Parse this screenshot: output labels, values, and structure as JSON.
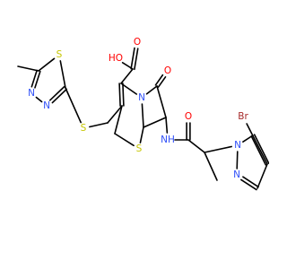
{
  "colors": {
    "carbon": "#000000",
    "oxygen": "#ff0000",
    "nitrogen": "#3050f8",
    "sulfur": "#c6c600",
    "bromine": "#a62929"
  },
  "atoms": [
    {
      "id": "c_ch3",
      "element": "C",
      "label": ""
    },
    {
      "id": "c_td_a",
      "element": "C",
      "label": ""
    },
    {
      "id": "s_td",
      "element": "S",
      "label": "S"
    },
    {
      "id": "c_td_b",
      "element": "C",
      "label": ""
    },
    {
      "id": "n_td_a",
      "element": "N",
      "label": "N"
    },
    {
      "id": "n_td_b",
      "element": "N",
      "label": "N"
    },
    {
      "id": "s_link",
      "element": "S",
      "label": "S"
    },
    {
      "id": "c_ch2",
      "element": "C",
      "label": ""
    },
    {
      "id": "c3",
      "element": "C",
      "label": ""
    },
    {
      "id": "c4",
      "element": "C",
      "label": ""
    },
    {
      "id": "c_cooh",
      "element": "C",
      "label": ""
    },
    {
      "id": "o_ho",
      "element": "O",
      "label": "HO"
    },
    {
      "id": "o_dbl",
      "element": "O",
      "label": "O"
    },
    {
      "id": "n5",
      "element": "N",
      "label": "N"
    },
    {
      "id": "c_lac",
      "element": "C",
      "label": ""
    },
    {
      "id": "o_lac",
      "element": "O",
      "label": "O"
    },
    {
      "id": "c7",
      "element": "C",
      "label": ""
    },
    {
      "id": "c6",
      "element": "C",
      "label": ""
    },
    {
      "id": "s1",
      "element": "S",
      "label": "S"
    },
    {
      "id": "c2",
      "element": "C",
      "label": ""
    },
    {
      "id": "n_amide",
      "element": "N",
      "label": "NH"
    },
    {
      "id": "c_amide",
      "element": "C",
      "label": ""
    },
    {
      "id": "o_amide",
      "element": "O",
      "label": "O"
    },
    {
      "id": "c_alpha",
      "element": "C",
      "label": ""
    },
    {
      "id": "c_me2",
      "element": "C",
      "label": ""
    },
    {
      "id": "n_pz1",
      "element": "N",
      "label": "N"
    },
    {
      "id": "n_pz2",
      "element": "N",
      "label": "N"
    },
    {
      "id": "c_pz3",
      "element": "C",
      "label": ""
    },
    {
      "id": "c_pz4",
      "element": "C",
      "label": ""
    },
    {
      "id": "c_pz5",
      "element": "C",
      "label": ""
    },
    {
      "id": "br",
      "element": "Br",
      "label": "Br"
    }
  ],
  "bonds": [
    {
      "from": "c_ch3",
      "to": "c_td_a",
      "order": 1
    },
    {
      "from": "c_td_a",
      "to": "s_td",
      "order": 1
    },
    {
      "from": "s_td",
      "to": "c_td_b",
      "order": 1
    },
    {
      "from": "c_td_b",
      "to": "n_td_b",
      "order": 2
    },
    {
      "from": "n_td_b",
      "to": "n_td_a",
      "order": 1
    },
    {
      "from": "n_td_a",
      "to": "c_td_a",
      "order": 2
    },
    {
      "from": "c_td_b",
      "to": "s_link",
      "order": 1
    },
    {
      "from": "s_link",
      "to": "c_ch2",
      "order": 1
    },
    {
      "from": "c_ch2",
      "to": "c3",
      "order": 1
    },
    {
      "from": "c3",
      "to": "c4",
      "order": 2
    },
    {
      "from": "c4",
      "to": "c_cooh",
      "order": 1
    },
    {
      "from": "c_cooh",
      "to": "o_ho",
      "order": 1
    },
    {
      "from": "c_cooh",
      "to": "o_dbl",
      "order": 2
    },
    {
      "from": "c4",
      "to": "n5",
      "order": 1
    },
    {
      "from": "n5",
      "to": "c_lac",
      "order": 1
    },
    {
      "from": "c_lac",
      "to": "o_lac",
      "order": 2
    },
    {
      "from": "c_lac",
      "to": "c7",
      "order": 1
    },
    {
      "from": "c7",
      "to": "c6",
      "order": 1
    },
    {
      "from": "c6",
      "to": "n5",
      "order": 1
    },
    {
      "from": "c6",
      "to": "s1",
      "order": 1
    },
    {
      "from": "s1",
      "to": "c2",
      "order": 1
    },
    {
      "from": "c2",
      "to": "c3",
      "order": 1
    },
    {
      "from": "c7",
      "to": "n_amide",
      "order": 1
    },
    {
      "from": "n_amide",
      "to": "c_amide",
      "order": 1
    },
    {
      "from": "c_amide",
      "to": "o_amide",
      "order": 2
    },
    {
      "from": "c_amide",
      "to": "c_alpha",
      "order": 1
    },
    {
      "from": "c_alpha",
      "to": "c_me2",
      "order": 1
    },
    {
      "from": "c_alpha",
      "to": "n_pz1",
      "order": 1
    },
    {
      "from": "n_pz1",
      "to": "n_pz2",
      "order": 1
    },
    {
      "from": "n_pz2",
      "to": "c_pz3",
      "order": 2
    },
    {
      "from": "c_pz3",
      "to": "c_pz4",
      "order": 1
    },
    {
      "from": "c_pz4",
      "to": "c_pz5",
      "order": 2
    },
    {
      "from": "c_pz5",
      "to": "n_pz1",
      "order": 1
    },
    {
      "from": "c_pz4",
      "to": "br",
      "order": 1
    }
  ]
}
